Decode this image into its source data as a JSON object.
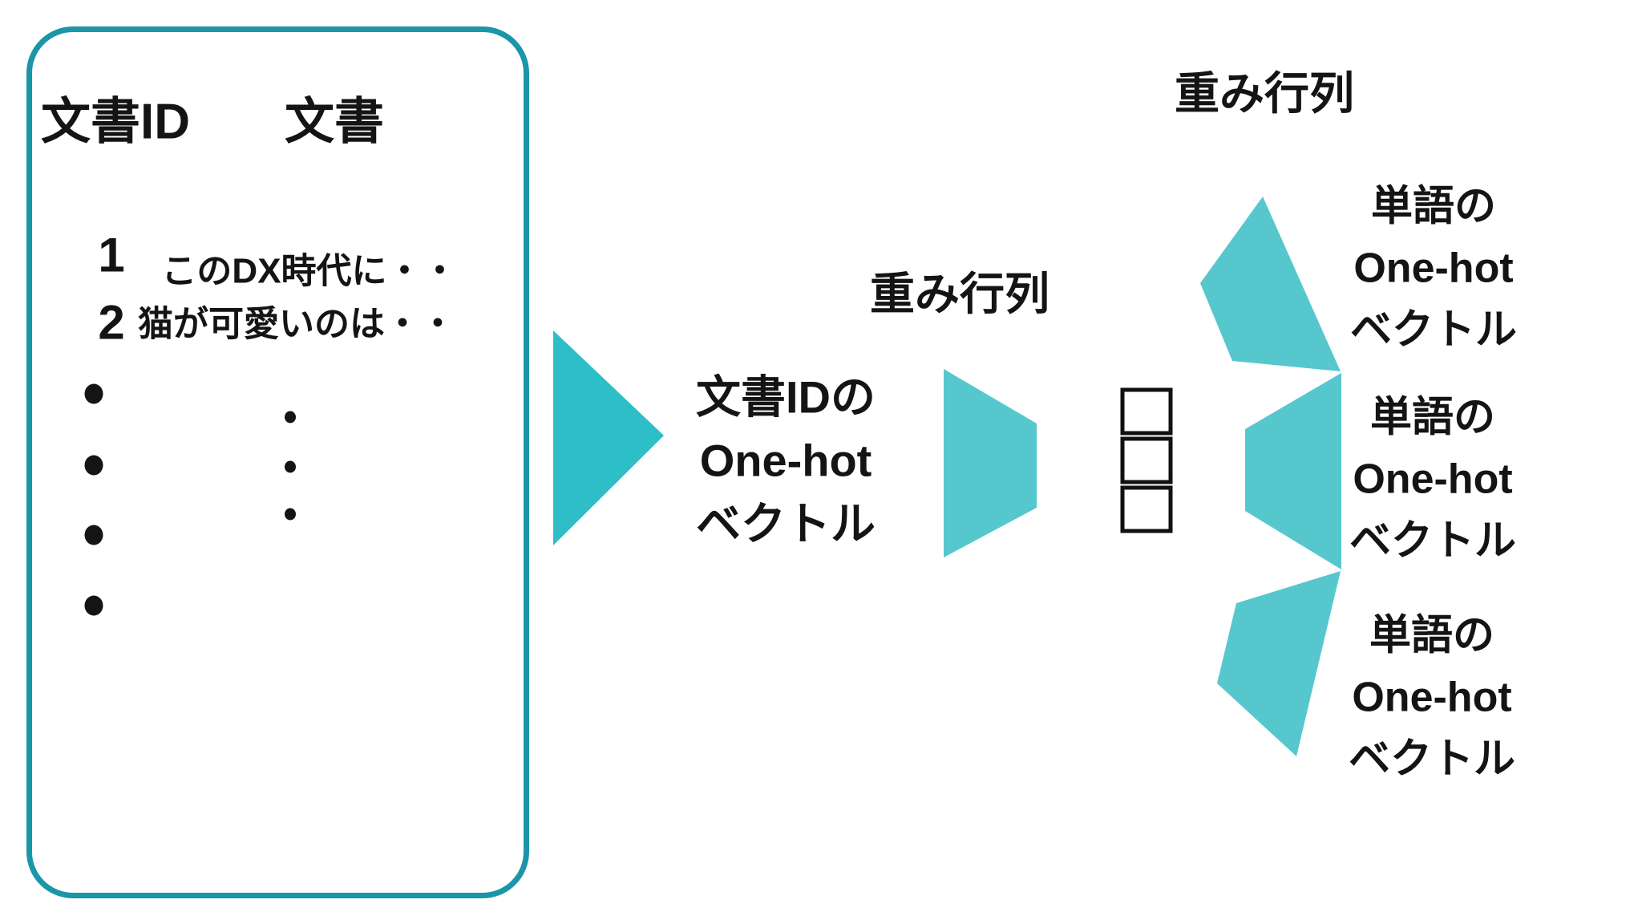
{
  "colors": {
    "panel_border": "#1b96a8",
    "input_arrow_fill": "#2ebec8",
    "matrix_shape_fill": "#57c7ce",
    "cell_stroke": "#111111",
    "text": "#141414"
  },
  "table": {
    "header_id": "文書ID",
    "header_doc": "文書",
    "rows": [
      {
        "id": "1",
        "doc": "このDX時代に・・"
      },
      {
        "id": "2",
        "doc": "猫が可愛いのは・・"
      }
    ],
    "id_ellipsis_dot_count": 4,
    "doc_ellipsis_dot_count": 3
  },
  "labels": {
    "weight_matrix_mid": "重み行列",
    "weight_matrix_top": "重み行列",
    "doc_id_vector_lines": [
      "文書IDの",
      "One-hot",
      "ベクトル"
    ],
    "word_vector_blocks": [
      [
        "単語の",
        "One-hot",
        "ベクトル"
      ],
      [
        "単語の",
        "One-hot",
        "ベクトル"
      ],
      [
        "単語の",
        "One-hot",
        "ベクトル"
      ]
    ]
  },
  "hidden_layer": {
    "cell_count": 3
  }
}
